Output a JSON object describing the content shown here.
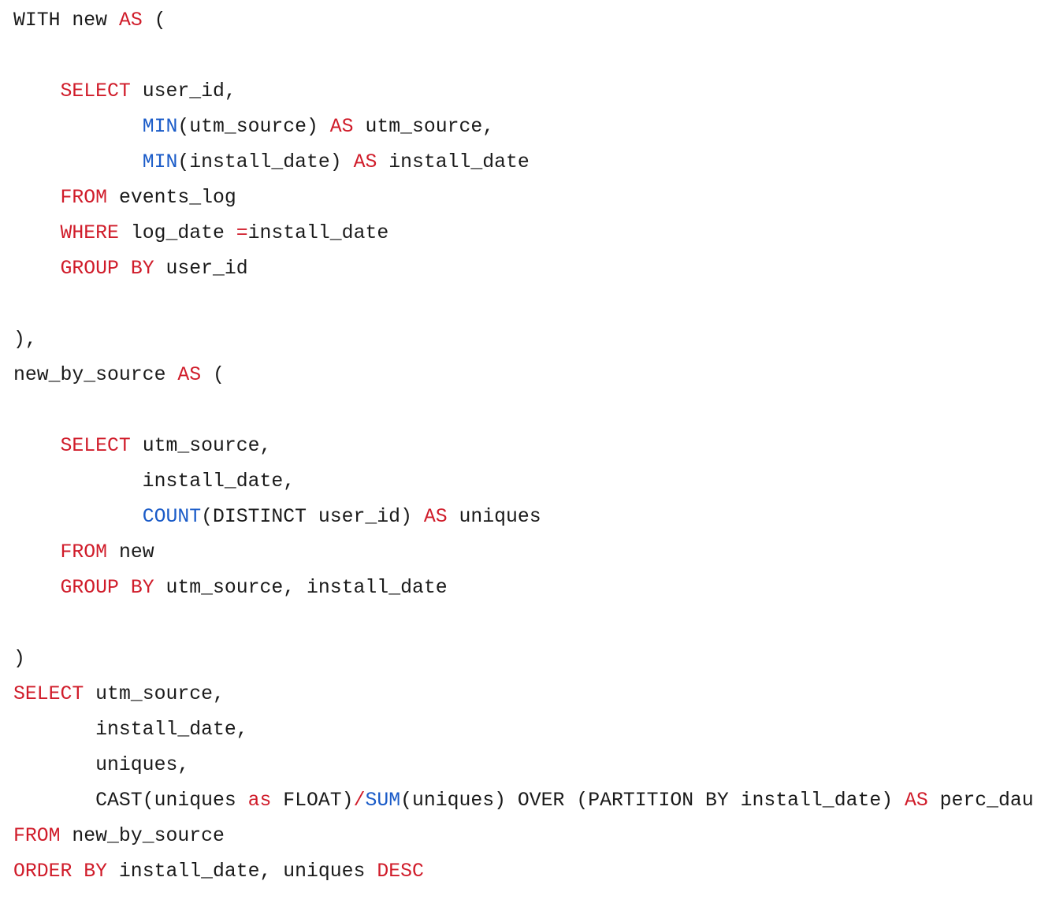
{
  "colors": {
    "keyword": "#d01c2a",
    "function": "#1a5bc8",
    "plain": "#1a1a1a"
  },
  "code_lines": [
    [
      [
        "p",
        "WITH new "
      ],
      [
        "k",
        "AS"
      ],
      [
        "p",
        " ("
      ]
    ],
    [],
    [
      [
        "p",
        "    "
      ],
      [
        "k",
        "SELECT"
      ],
      [
        "p",
        " user_id,"
      ]
    ],
    [
      [
        "p",
        "           "
      ],
      [
        "f",
        "MIN"
      ],
      [
        "p",
        "(utm_source) "
      ],
      [
        "k",
        "AS"
      ],
      [
        "p",
        " utm_source,"
      ]
    ],
    [
      [
        "p",
        "           "
      ],
      [
        "f",
        "MIN"
      ],
      [
        "p",
        "(install_date) "
      ],
      [
        "k",
        "AS"
      ],
      [
        "p",
        " install_date"
      ]
    ],
    [
      [
        "p",
        "    "
      ],
      [
        "k",
        "FROM"
      ],
      [
        "p",
        " events_log"
      ]
    ],
    [
      [
        "p",
        "    "
      ],
      [
        "k",
        "WHERE"
      ],
      [
        "p",
        " log_date "
      ],
      [
        "k",
        "="
      ],
      [
        "p",
        "install_date"
      ]
    ],
    [
      [
        "p",
        "    "
      ],
      [
        "k",
        "GROUP BY"
      ],
      [
        "p",
        " user_id"
      ]
    ],
    [],
    [
      [
        "p",
        "),"
      ]
    ],
    [
      [
        "p",
        "new_by_source "
      ],
      [
        "k",
        "AS"
      ],
      [
        "p",
        " ("
      ]
    ],
    [],
    [
      [
        "p",
        "    "
      ],
      [
        "k",
        "SELECT"
      ],
      [
        "p",
        " utm_source,"
      ]
    ],
    [
      [
        "p",
        "           install_date,"
      ]
    ],
    [
      [
        "p",
        "           "
      ],
      [
        "f",
        "COUNT"
      ],
      [
        "p",
        "(DISTINCT user_id) "
      ],
      [
        "k",
        "AS"
      ],
      [
        "p",
        " uniques"
      ]
    ],
    [
      [
        "p",
        "    "
      ],
      [
        "k",
        "FROM"
      ],
      [
        "p",
        " new"
      ]
    ],
    [
      [
        "p",
        "    "
      ],
      [
        "k",
        "GROUP BY"
      ],
      [
        "p",
        " utm_source, install_date"
      ]
    ],
    [],
    [
      [
        "p",
        ")"
      ]
    ],
    [
      [
        "k",
        "SELECT"
      ],
      [
        "p",
        " utm_source,"
      ]
    ],
    [
      [
        "p",
        "       install_date,"
      ]
    ],
    [
      [
        "p",
        "       uniques,"
      ]
    ],
    [
      [
        "p",
        "       CAST(uniques "
      ],
      [
        "k",
        "as"
      ],
      [
        "p",
        " FLOAT)"
      ],
      [
        "k",
        "/"
      ],
      [
        "f",
        "SUM"
      ],
      [
        "p",
        "(uniques) OVER (PARTITION BY install_date) "
      ],
      [
        "k",
        "AS"
      ],
      [
        "p",
        " perc_dau"
      ]
    ],
    [
      [
        "k",
        "FROM"
      ],
      [
        "p",
        " new_by_source"
      ]
    ],
    [
      [
        "k",
        "ORDER BY"
      ],
      [
        "p",
        " install_date, uniques "
      ],
      [
        "k",
        "DESC"
      ]
    ]
  ]
}
